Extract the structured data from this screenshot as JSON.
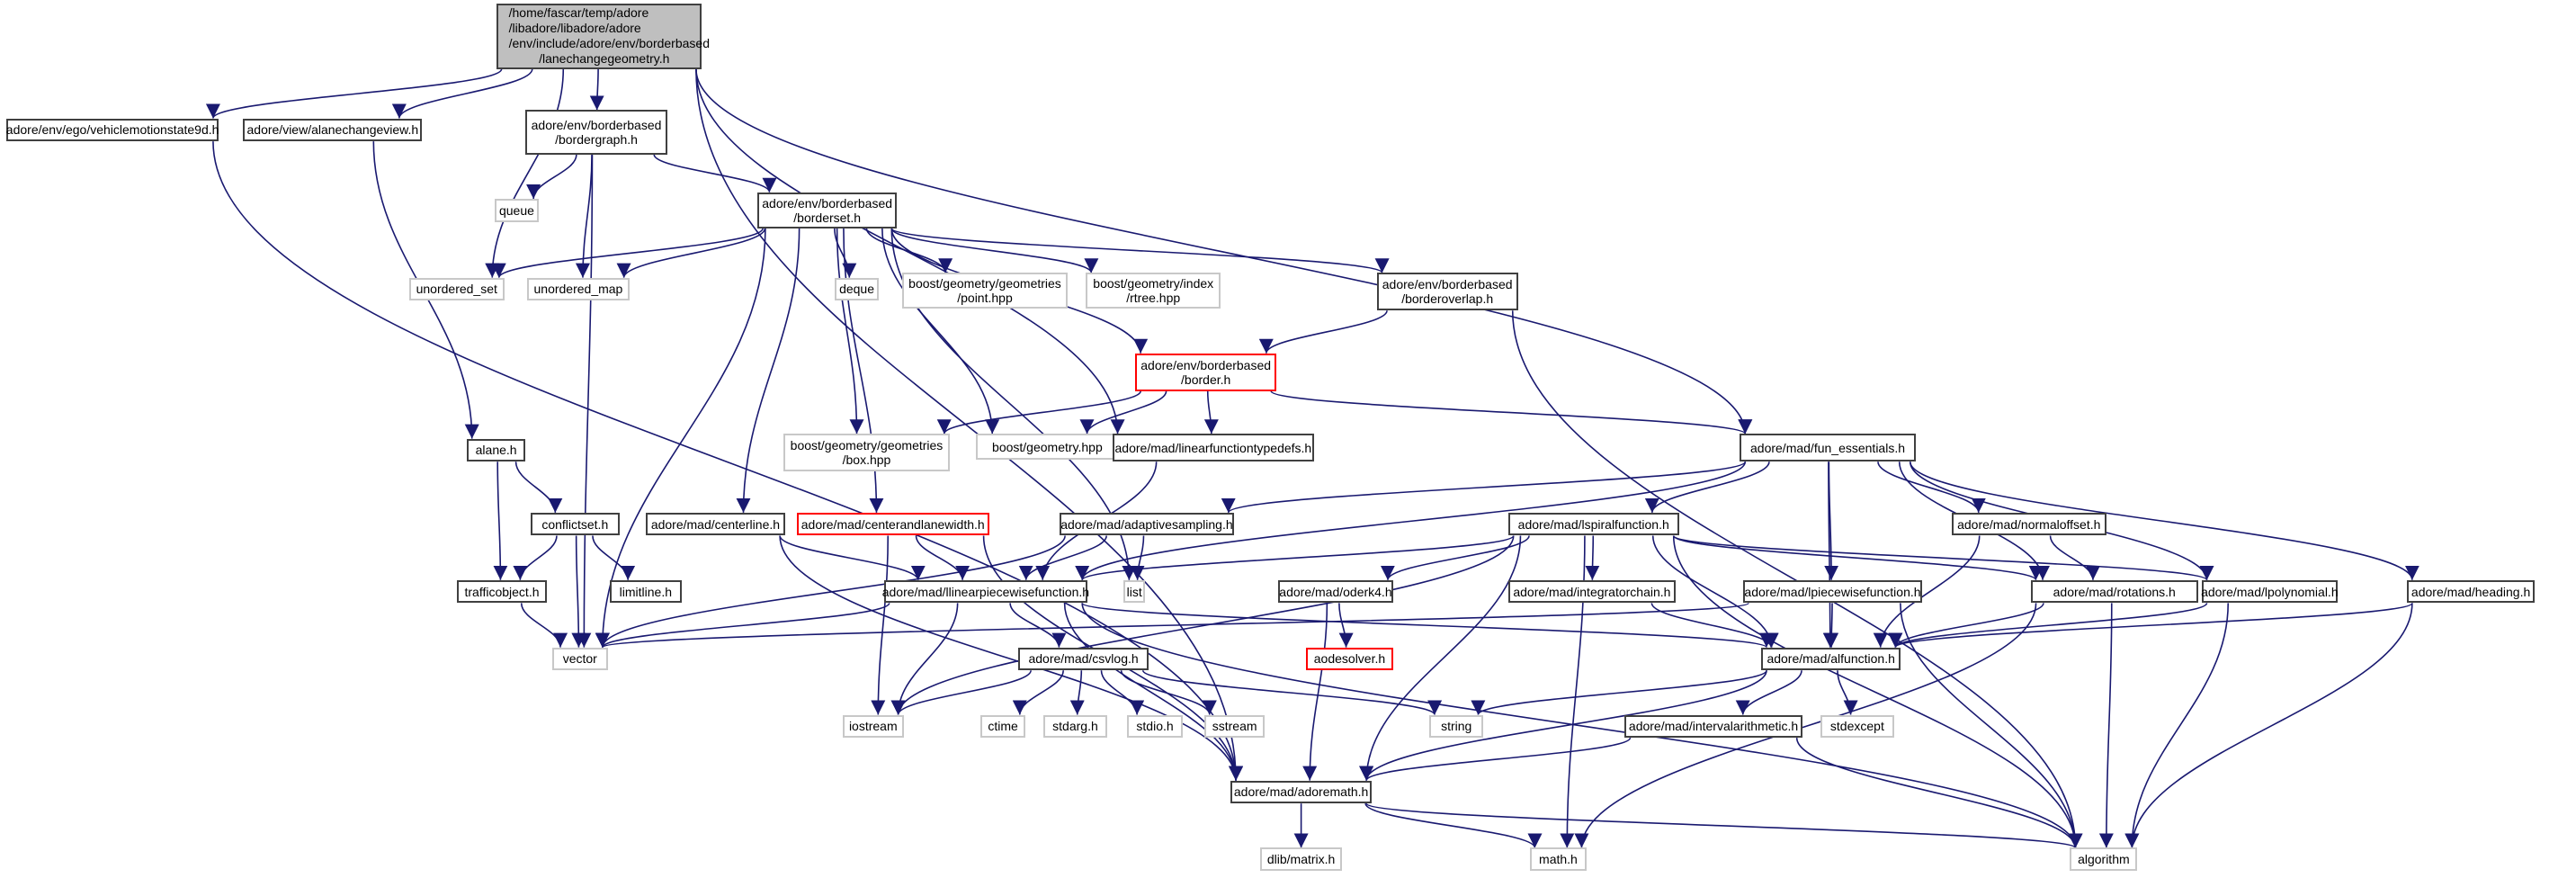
{
  "diagram": {
    "type": "include-dependency-graph",
    "edge_color": "#191970",
    "node_styles": {
      "main": {
        "fill": "#bfbfbf",
        "border": "#404040"
      },
      "normal": {
        "fill": "#ffffff",
        "border": "#404040"
      },
      "external": {
        "fill": "#ffffff",
        "border": "#c8c8c8"
      },
      "missing": {
        "fill": "#ffffff",
        "border": "#ff0000"
      }
    },
    "nodes": [
      {
        "id": "lanechangegeometry",
        "kind": "main",
        "lines": [
          "/home/fascar/temp/adore",
          "/libadore/libadore/adore",
          "/env/include/adore/env/borderbased",
          "/lanechangegeometry.h"
        ]
      },
      {
        "id": "vehiclemotionstate9d",
        "kind": "normal",
        "lines": [
          "adore/env/ego/vehiclemotionstate9d.h"
        ]
      },
      {
        "id": "alanechangeview",
        "kind": "normal",
        "lines": [
          "adore/view/alanechangeview.h"
        ]
      },
      {
        "id": "bordergraph",
        "kind": "normal",
        "lines": [
          "adore/env/borderbased",
          "/bordergraph.h"
        ]
      },
      {
        "id": "queue",
        "kind": "external",
        "lines": [
          "queue"
        ]
      },
      {
        "id": "borderset",
        "kind": "normal",
        "lines": [
          "adore/env/borderbased",
          "/borderset.h"
        ]
      },
      {
        "id": "unordered_set",
        "kind": "external",
        "lines": [
          "unordered_set"
        ]
      },
      {
        "id": "unordered_map",
        "kind": "external",
        "lines": [
          "unordered_map"
        ]
      },
      {
        "id": "deque",
        "kind": "external",
        "lines": [
          "deque"
        ]
      },
      {
        "id": "point_hpp",
        "kind": "external",
        "lines": [
          "boost/geometry/geometries",
          "/point.hpp"
        ]
      },
      {
        "id": "rtree_hpp",
        "kind": "external",
        "lines": [
          "boost/geometry/index",
          "/rtree.hpp"
        ]
      },
      {
        "id": "borderoverlap",
        "kind": "normal",
        "lines": [
          "adore/env/borderbased",
          "/borderoverlap.h"
        ]
      },
      {
        "id": "border",
        "kind": "missing",
        "lines": [
          "adore/env/borderbased",
          "/border.h"
        ]
      },
      {
        "id": "box_hpp",
        "kind": "external",
        "lines": [
          "boost/geometry/geometries",
          "/box.hpp"
        ]
      },
      {
        "id": "geometry_hpp",
        "kind": "external",
        "lines": [
          "boost/geometry.hpp"
        ]
      },
      {
        "id": "linearfunctiontypedefs",
        "kind": "normal",
        "lines": [
          "adore/mad/linearfunctiontypedefs.h"
        ]
      },
      {
        "id": "fun_essentials",
        "kind": "normal",
        "lines": [
          "adore/mad/fun_essentials.h"
        ]
      },
      {
        "id": "alane",
        "kind": "normal",
        "lines": [
          "alane.h"
        ]
      },
      {
        "id": "conflictset",
        "kind": "normal",
        "lines": [
          "conflictset.h"
        ]
      },
      {
        "id": "centerline",
        "kind": "normal",
        "lines": [
          "adore/mad/centerline.h"
        ]
      },
      {
        "id": "centerandlanewidth",
        "kind": "missing",
        "lines": [
          "adore/mad/centerandlanewidth.h"
        ]
      },
      {
        "id": "adaptivesampling",
        "kind": "normal",
        "lines": [
          "adore/mad/adaptivesampling.h"
        ]
      },
      {
        "id": "lspiralfunction",
        "kind": "normal",
        "lines": [
          "adore/mad/lspiralfunction.h"
        ]
      },
      {
        "id": "normaloffset",
        "kind": "normal",
        "lines": [
          "adore/mad/normaloffset.h"
        ]
      },
      {
        "id": "trafficobject",
        "kind": "normal",
        "lines": [
          "trafficobject.h"
        ]
      },
      {
        "id": "limitline",
        "kind": "normal",
        "lines": [
          "limitline.h"
        ]
      },
      {
        "id": "llinearpiecewisefunction",
        "kind": "normal",
        "lines": [
          "adore/mad/llinearpiecewisefunction.h"
        ]
      },
      {
        "id": "list",
        "kind": "external",
        "lines": [
          "list"
        ]
      },
      {
        "id": "oderk4",
        "kind": "normal",
        "lines": [
          "adore/mad/oderk4.h"
        ]
      },
      {
        "id": "integratorchain",
        "kind": "normal",
        "lines": [
          "adore/mad/integratorchain.h"
        ]
      },
      {
        "id": "lpiecewisefunction",
        "kind": "normal",
        "lines": [
          "adore/mad/lpiecewisefunction.h"
        ]
      },
      {
        "id": "rotations",
        "kind": "normal",
        "lines": [
          "adore/mad/rotations.h"
        ]
      },
      {
        "id": "lpolynomial",
        "kind": "normal",
        "lines": [
          "adore/mad/lpolynomial.h"
        ]
      },
      {
        "id": "heading",
        "kind": "normal",
        "lines": [
          "adore/mad/heading.h"
        ]
      },
      {
        "id": "vector",
        "kind": "external",
        "lines": [
          "vector"
        ]
      },
      {
        "id": "csvlog",
        "kind": "normal",
        "lines": [
          "adore/mad/csvlog.h"
        ]
      },
      {
        "id": "aodesolver",
        "kind": "missing",
        "lines": [
          "aodesolver.h"
        ]
      },
      {
        "id": "alfunction",
        "kind": "normal",
        "lines": [
          "adore/mad/alfunction.h"
        ]
      },
      {
        "id": "iostream",
        "kind": "external",
        "lines": [
          "iostream"
        ]
      },
      {
        "id": "ctime",
        "kind": "external",
        "lines": [
          "ctime"
        ]
      },
      {
        "id": "stdarg",
        "kind": "external",
        "lines": [
          "stdarg.h"
        ]
      },
      {
        "id": "stdio",
        "kind": "external",
        "lines": [
          "stdio.h"
        ]
      },
      {
        "id": "sstream",
        "kind": "external",
        "lines": [
          "sstream"
        ]
      },
      {
        "id": "string",
        "kind": "external",
        "lines": [
          "string"
        ]
      },
      {
        "id": "intervalarithmetic",
        "kind": "normal",
        "lines": [
          "adore/mad/intervalarithmetic.h"
        ]
      },
      {
        "id": "stdexcept",
        "kind": "external",
        "lines": [
          "stdexcept"
        ]
      },
      {
        "id": "adoremath",
        "kind": "normal",
        "lines": [
          "adore/mad/adoremath.h"
        ]
      },
      {
        "id": "dlib_matrix",
        "kind": "external",
        "lines": [
          "dlib/matrix.h"
        ]
      },
      {
        "id": "math",
        "kind": "external",
        "lines": [
          "math.h"
        ]
      },
      {
        "id": "algorithm",
        "kind": "external",
        "lines": [
          "algorithm"
        ]
      }
    ],
    "edges": [
      [
        "lanechangegeometry",
        "vehiclemotionstate9d"
      ],
      [
        "lanechangegeometry",
        "alanechangeview"
      ],
      [
        "lanechangegeometry",
        "unordered_set"
      ],
      [
        "lanechangegeometry",
        "bordergraph"
      ],
      [
        "lanechangegeometry",
        "linearfunctiontypedefs"
      ],
      [
        "lanechangegeometry",
        "adoremath"
      ],
      [
        "lanechangegeometry",
        "fun_essentials"
      ],
      [
        "vehiclemotionstate9d",
        "adoremath"
      ],
      [
        "alanechangeview",
        "alane"
      ],
      [
        "bordergraph",
        "queue"
      ],
      [
        "bordergraph",
        "unordered_map"
      ],
      [
        "bordergraph",
        "vector"
      ],
      [
        "bordergraph",
        "borderset"
      ],
      [
        "borderset",
        "unordered_set"
      ],
      [
        "borderset",
        "unordered_map"
      ],
      [
        "borderset",
        "deque"
      ],
      [
        "borderset",
        "point_hpp"
      ],
      [
        "borderset",
        "rtree_hpp"
      ],
      [
        "borderset",
        "borderoverlap"
      ],
      [
        "borderset",
        "border"
      ],
      [
        "borderset",
        "box_hpp"
      ],
      [
        "borderset",
        "geometry_hpp"
      ],
      [
        "borderset",
        "vector"
      ],
      [
        "borderset",
        "centerline"
      ],
      [
        "borderset",
        "centerandlanewidth"
      ],
      [
        "borderset",
        "list"
      ],
      [
        "borderoverlap",
        "border"
      ],
      [
        "borderoverlap",
        "algorithm"
      ],
      [
        "border",
        "box_hpp"
      ],
      [
        "border",
        "geometry_hpp"
      ],
      [
        "border",
        "linearfunctiontypedefs"
      ],
      [
        "border",
        "fun_essentials"
      ],
      [
        "linearfunctiontypedefs",
        "llinearpiecewisefunction"
      ],
      [
        "alane",
        "conflictset"
      ],
      [
        "alane",
        "trafficobject"
      ],
      [
        "conflictset",
        "trafficobject"
      ],
      [
        "conflictset",
        "limitline"
      ],
      [
        "conflictset",
        "vector"
      ],
      [
        "trafficobject",
        "vector"
      ],
      [
        "centerline",
        "llinearpiecewisefunction"
      ],
      [
        "centerline",
        "adoremath"
      ],
      [
        "centerandlanewidth",
        "llinearpiecewisefunction"
      ],
      [
        "centerandlanewidth",
        "iostream"
      ],
      [
        "centerandlanewidth",
        "adoremath"
      ],
      [
        "fun_essentials",
        "adaptivesampling"
      ],
      [
        "fun_essentials",
        "llinearpiecewisefunction"
      ],
      [
        "fun_essentials",
        "lspiralfunction"
      ],
      [
        "fun_essentials",
        "lpiecewisefunction"
      ],
      [
        "fun_essentials",
        "alfunction"
      ],
      [
        "fun_essentials",
        "normaloffset"
      ],
      [
        "fun_essentials",
        "rotations"
      ],
      [
        "fun_essentials",
        "lpolynomial"
      ],
      [
        "fun_essentials",
        "heading"
      ],
      [
        "adaptivesampling",
        "llinearpiecewisefunction"
      ],
      [
        "adaptivesampling",
        "list"
      ],
      [
        "adaptivesampling",
        "vector"
      ],
      [
        "lspiralfunction",
        "llinearpiecewisefunction"
      ],
      [
        "lspiralfunction",
        "oderk4"
      ],
      [
        "lspiralfunction",
        "integratorchain"
      ],
      [
        "lspiralfunction",
        "alfunction"
      ],
      [
        "lspiralfunction",
        "rotations"
      ],
      [
        "lspiralfunction",
        "lpolynomial"
      ],
      [
        "lspiralfunction",
        "adoremath"
      ],
      [
        "lspiralfunction",
        "math"
      ],
      [
        "lspiralfunction",
        "iostream"
      ],
      [
        "lspiralfunction",
        "algorithm"
      ],
      [
        "normaloffset",
        "rotations"
      ],
      [
        "normaloffset",
        "alfunction"
      ],
      [
        "llinearpiecewisefunction",
        "vector"
      ],
      [
        "llinearpiecewisefunction",
        "iostream"
      ],
      [
        "llinearpiecewisefunction",
        "csvlog"
      ],
      [
        "llinearpiecewisefunction",
        "adoremath"
      ],
      [
        "llinearpiecewisefunction",
        "alfunction"
      ],
      [
        "llinearpiecewisefunction",
        "algorithm"
      ],
      [
        "oderk4",
        "aodesolver"
      ],
      [
        "oderk4",
        "adoremath"
      ],
      [
        "integratorchain",
        "alfunction"
      ],
      [
        "lpiecewisefunction",
        "alfunction"
      ],
      [
        "lpiecewisefunction",
        "vector"
      ],
      [
        "lpiecewisefunction",
        "algorithm"
      ],
      [
        "rotations",
        "alfunction"
      ],
      [
        "rotations",
        "math"
      ],
      [
        "rotations",
        "algorithm"
      ],
      [
        "lpolynomial",
        "alfunction"
      ],
      [
        "lpolynomial",
        "algorithm"
      ],
      [
        "heading",
        "alfunction"
      ],
      [
        "heading",
        "algorithm"
      ],
      [
        "csvlog",
        "iostream"
      ],
      [
        "csvlog",
        "ctime"
      ],
      [
        "csvlog",
        "stdarg"
      ],
      [
        "csvlog",
        "stdio"
      ],
      [
        "csvlog",
        "sstream"
      ],
      [
        "csvlog",
        "string"
      ],
      [
        "alfunction",
        "string"
      ],
      [
        "alfunction",
        "intervalarithmetic"
      ],
      [
        "alfunction",
        "stdexcept"
      ],
      [
        "alfunction",
        "adoremath"
      ],
      [
        "intervalarithmetic",
        "adoremath"
      ],
      [
        "intervalarithmetic",
        "algorithm"
      ],
      [
        "adoremath",
        "dlib_matrix"
      ],
      [
        "adoremath",
        "math"
      ],
      [
        "adoremath",
        "algorithm"
      ]
    ]
  }
}
